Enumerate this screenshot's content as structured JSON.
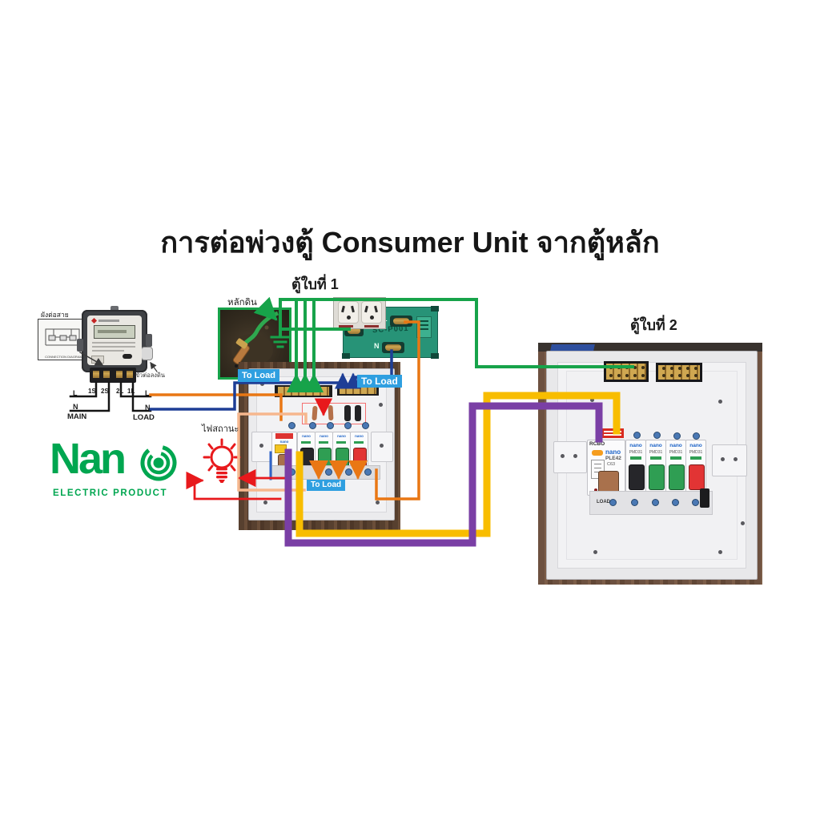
{
  "title": "การต่อพ่วงตู้ Consumer Unit จากตู้หลัก",
  "annotations": {
    "box1_label": "ตู้ใบที่ 1",
    "box2_label": "ตู้ใบที่ 2",
    "ground_rod_label": "หลักดิน",
    "status_light_label": "ไฟสถานะ",
    "meter_inset_label": "ผังต่อสาย",
    "meter_inset_caption": "CONNECTION DIAGRAM",
    "ground_terminal_label": "ขั้วต่อลงดิน",
    "to_load": "To Load"
  },
  "meter": {
    "line": "L",
    "neutral": "N",
    "main": "MAIN",
    "load": "LOAD",
    "terminals": [
      "1S",
      "2S",
      "2L",
      "1L"
    ]
  },
  "outlet": {
    "model": "SC-P001",
    "line": "L",
    "neutral": "N"
  },
  "logo": {
    "wordmark": "Nan",
    "subtitle": "ELECTRIC PRODUCT"
  },
  "box1": {
    "brand": "nano"
  },
  "box2": {
    "rcbo_label": "RCBO",
    "brand": "nano",
    "main_model": "PLE42",
    "main_rating": "C63",
    "branch_models": [
      "PMD31",
      "PMD31",
      "PMD31",
      "PMD31"
    ],
    "load_label": "LOAD"
  },
  "colors": {
    "wire_green": "#17a34a",
    "wire_blue": "#1e3e96",
    "wire_orange": "#e97714",
    "wire_peach": "#f6b78e",
    "wire_red": "#e8191c",
    "wire_purple": "#7a3fa5",
    "wire_yellow": "#f8bd00",
    "to_load_bg": "#2f9fe0",
    "logo_green": "#00a650"
  }
}
